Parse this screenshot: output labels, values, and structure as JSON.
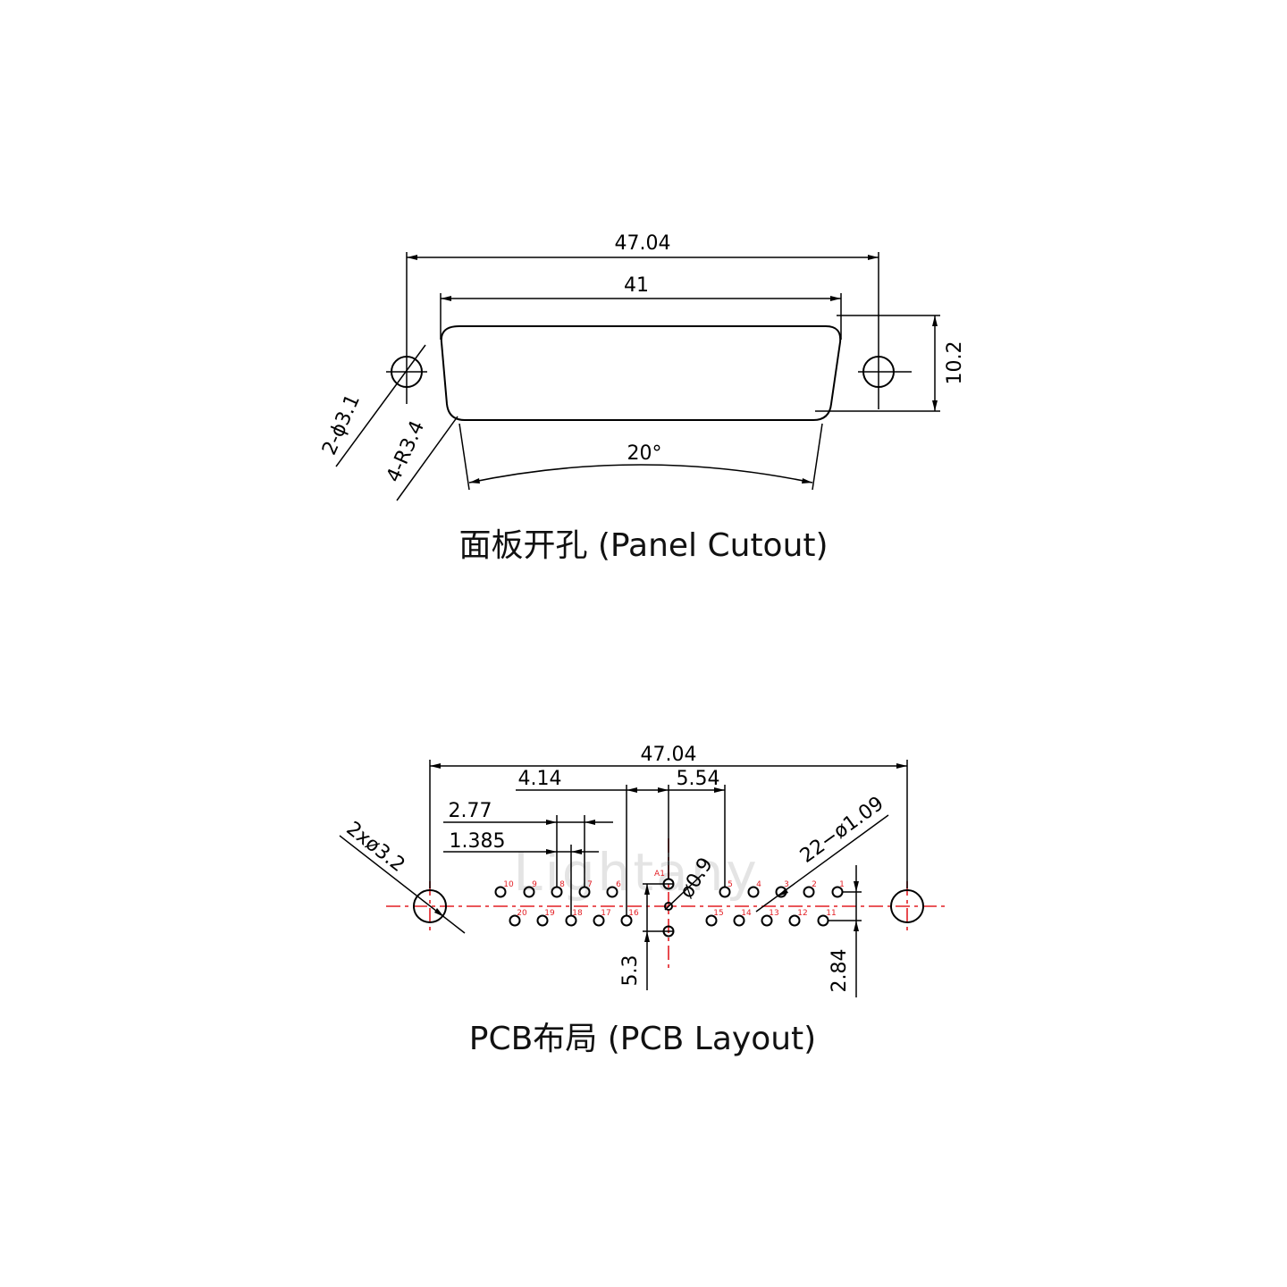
{
  "panel_cutout": {
    "title": "面板开孔 (Panel Cutout)",
    "dim_overall_width": "47.04",
    "dim_shell_width": "41",
    "dim_height": "10.2",
    "dim_mount_holes": "2-ϕ3.1",
    "dim_corner_radius": "4-R3.4",
    "dim_angle": "20°"
  },
  "pcb_layout": {
    "title": "PCB布局 (PCB Layout)",
    "dim_overall_width": "47.04",
    "dim_offset_left": "4.14",
    "dim_offset_right": "5.54",
    "dim_pitch_double": "2.77",
    "dim_pitch_half": "1.385",
    "dim_mount_holes": "2xø3.2",
    "dim_pin_holes": "22−ø1.09",
    "dim_coax_hole": "ø0.9",
    "dim_coax_row": "5.3",
    "dim_row_spacing": "2.84",
    "coax_label": "A1",
    "top_row_labels": [
      "10",
      "9",
      "8",
      "7",
      "6",
      "5",
      "4",
      "3",
      "2",
      "1"
    ],
    "bottom_row_labels": [
      "20",
      "19",
      "18",
      "17",
      "16",
      "15",
      "14",
      "13",
      "12",
      "11"
    ],
    "watermark": "Lightany",
    "pin_label_color": "#e31e24",
    "centerline_color": "#e31e24"
  }
}
